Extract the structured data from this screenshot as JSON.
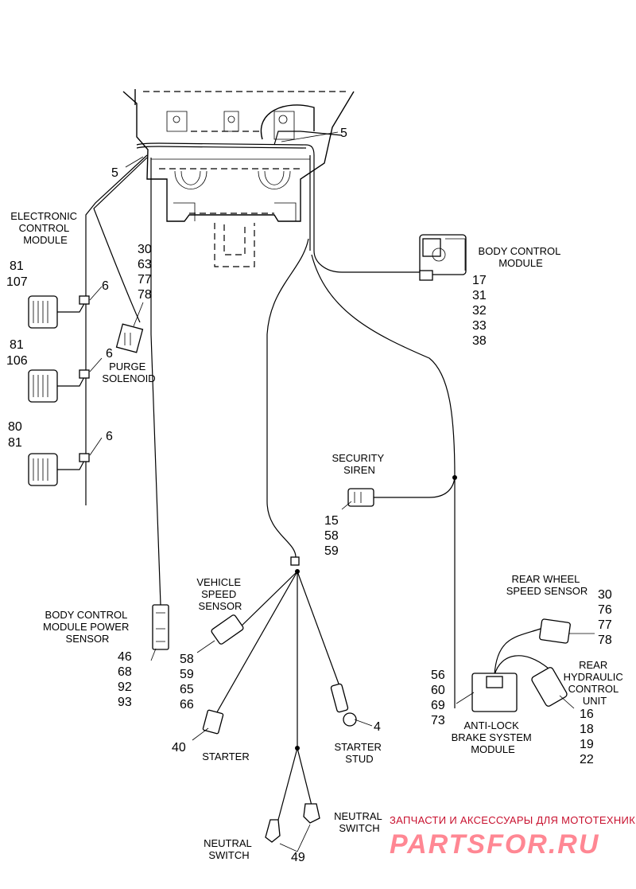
{
  "labels": {
    "ecm": [
      "ELECTRONIC",
      "CONTROL",
      "MODULE"
    ],
    "bcm": [
      "BODY CONTROL",
      "MODULE"
    ],
    "purge": [
      "PURGE",
      "SOLENOID"
    ],
    "siren": [
      "SECURITY",
      "SIREN"
    ],
    "vss": [
      "VEHICLE",
      "SPEED",
      "SENSOR"
    ],
    "bcm_power": [
      "BODY CONTROL",
      "MODULE POWER",
      "SENSOR"
    ],
    "rear_wheel": [
      "REAR WHEEL",
      "SPEED SENSOR"
    ],
    "rear_hcu": [
      "REAR",
      "HYDRAULIC",
      "CONTROL",
      "UNIT"
    ],
    "abs": [
      "ANTI-LOCK",
      "BRAKE SYSTEM",
      "MODULE"
    ],
    "starter": [
      "STARTER"
    ],
    "starter_stud": [
      "STARTER",
      "STUD"
    ],
    "neutral_right": [
      "NEUTRAL",
      "SWITCH"
    ],
    "neutral_left": [
      "NEUTRAL",
      "SWITCH"
    ]
  },
  "callouts": {
    "five_left": "5",
    "five_right": "5",
    "six_a": "6",
    "six_b": "6",
    "six_c": "6",
    "four": "4",
    "forty": "40",
    "forty_nine": "49",
    "ecm_a": [
      "81",
      "107"
    ],
    "ecm_b": [
      "81",
      "106"
    ],
    "ecm_c": [
      "80",
      "81"
    ],
    "purge": [
      "30",
      "63",
      "77",
      "78"
    ],
    "bcm": [
      "17",
      "31",
      "32",
      "33",
      "38"
    ],
    "siren": [
      "15",
      "58",
      "59"
    ],
    "vss": [
      "58",
      "59",
      "65",
      "66"
    ],
    "bcm_power": [
      "46",
      "68",
      "92",
      "93"
    ],
    "rear_wheel": [
      "30",
      "76",
      "77",
      "78"
    ],
    "rear_hcu": [
      "16",
      "18",
      "19",
      "22"
    ],
    "abs": [
      "56",
      "60",
      "69",
      "73"
    ]
  },
  "watermark": {
    "tagline": "ЗАПЧАСТИ И АКСЕССУАРЫ ДЛЯ МОТОТЕХНИКИ",
    "brand": "PARTSFOR.RU"
  }
}
